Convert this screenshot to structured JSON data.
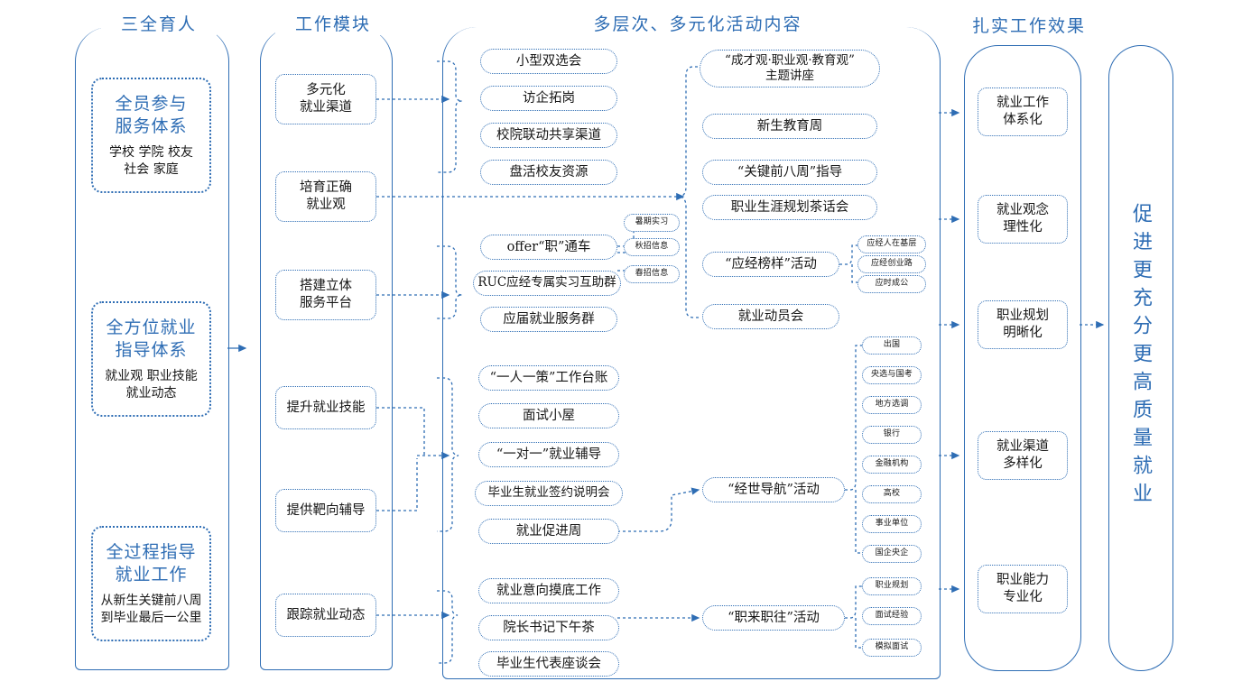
{
  "colors": {
    "accent": "#2E6DB4",
    "text": "#161616",
    "background": "#FFFFFF"
  },
  "columns": {
    "pillars": {
      "title": "三全育人"
    },
    "modules": {
      "title": "工作模块"
    },
    "activities": {
      "title": "多层次、多元化活动内容"
    },
    "effects": {
      "title": "扎实工作效果"
    },
    "goal": {
      "title": ""
    }
  },
  "pillars": [
    {
      "heading": "全员参与\n服务体系",
      "heading_l1": "全员参与",
      "heading_l2": "服务体系",
      "sub_l1": "学校 学院 校友",
      "sub_l2": "社会 家庭"
    },
    {
      "heading_l1": "全方位就业",
      "heading_l2": "指导体系",
      "sub_l1": "就业观 职业技能",
      "sub_l2": "就业动态"
    },
    {
      "heading_l1": "全过程指导",
      "heading_l2": "就业工作",
      "sub_l1": "从新生关键前八周",
      "sub_l2": "到毕业最后一公里"
    }
  ],
  "modules": [
    {
      "l1": "多元化",
      "l2": "就业渠道"
    },
    {
      "l1": "培育正确",
      "l2": "就业观"
    },
    {
      "l1": "搭建立体",
      "l2": "服务平台"
    },
    {
      "l1": "提升就业技能",
      "l2": ""
    },
    {
      "l1": "提供靶向辅导",
      "l2": ""
    },
    {
      "l1": "跟踪就业动态",
      "l2": ""
    }
  ],
  "activities": {
    "channels": [
      "小型双选会",
      "访企拓岗",
      "校院联动共享渠道",
      "盘活校友资源"
    ],
    "platform": [
      "offer“职”通车",
      "RUC应经专属实习互助群",
      "应届就业服务群"
    ],
    "platform_tags": [
      "暑期实习",
      "秋招信息",
      "春招信息"
    ],
    "skills": [
      "“一人一策”工作台账",
      "面试小屋",
      "“一对一”就业辅导",
      "毕业生就业签约说明会",
      "就业促进周"
    ],
    "tracking": [
      "就业意向摸底工作",
      "院长书记下午茶",
      "毕业生代表座谈会"
    ],
    "values": [
      {
        "l1": "“成才观·职业观·教育观”",
        "l2": "主题讲座"
      },
      {
        "l1": "新生教育周",
        "l2": ""
      },
      {
        "l1": "“关键前八周”指导",
        "l2": ""
      },
      {
        "l1": "职业生涯规划茶话会",
        "l2": ""
      },
      {
        "l1": "“应经榜样”活动",
        "l2": ""
      },
      {
        "l1": "就业动员会",
        "l2": ""
      }
    ],
    "role_model_tags": [
      "应经人在基层",
      "应经创业路",
      "应时成公"
    ],
    "guidance": [
      {
        "label": "“经世导航”活动"
      },
      {
        "label": "“职来职往”活动"
      }
    ],
    "navigation_tags": [
      "出国",
      "央选与国考",
      "地方选调",
      "银行",
      "金融机构",
      "高校",
      "事业单位",
      "国企央企"
    ],
    "career_tags": [
      "职业规划",
      "面试经验",
      "模拟面试"
    ]
  },
  "effects": [
    {
      "l1": "就业工作",
      "l2": "体系化"
    },
    {
      "l1": "就业观念",
      "l2": "理性化"
    },
    {
      "l1": "职业规划",
      "l2": "明晰化"
    },
    {
      "l1": "就业渠道",
      "l2": "多样化"
    },
    {
      "l1": "职业能力",
      "l2": "专业化"
    }
  ],
  "goal": {
    "text": "促进更充分更高质量就业"
  }
}
